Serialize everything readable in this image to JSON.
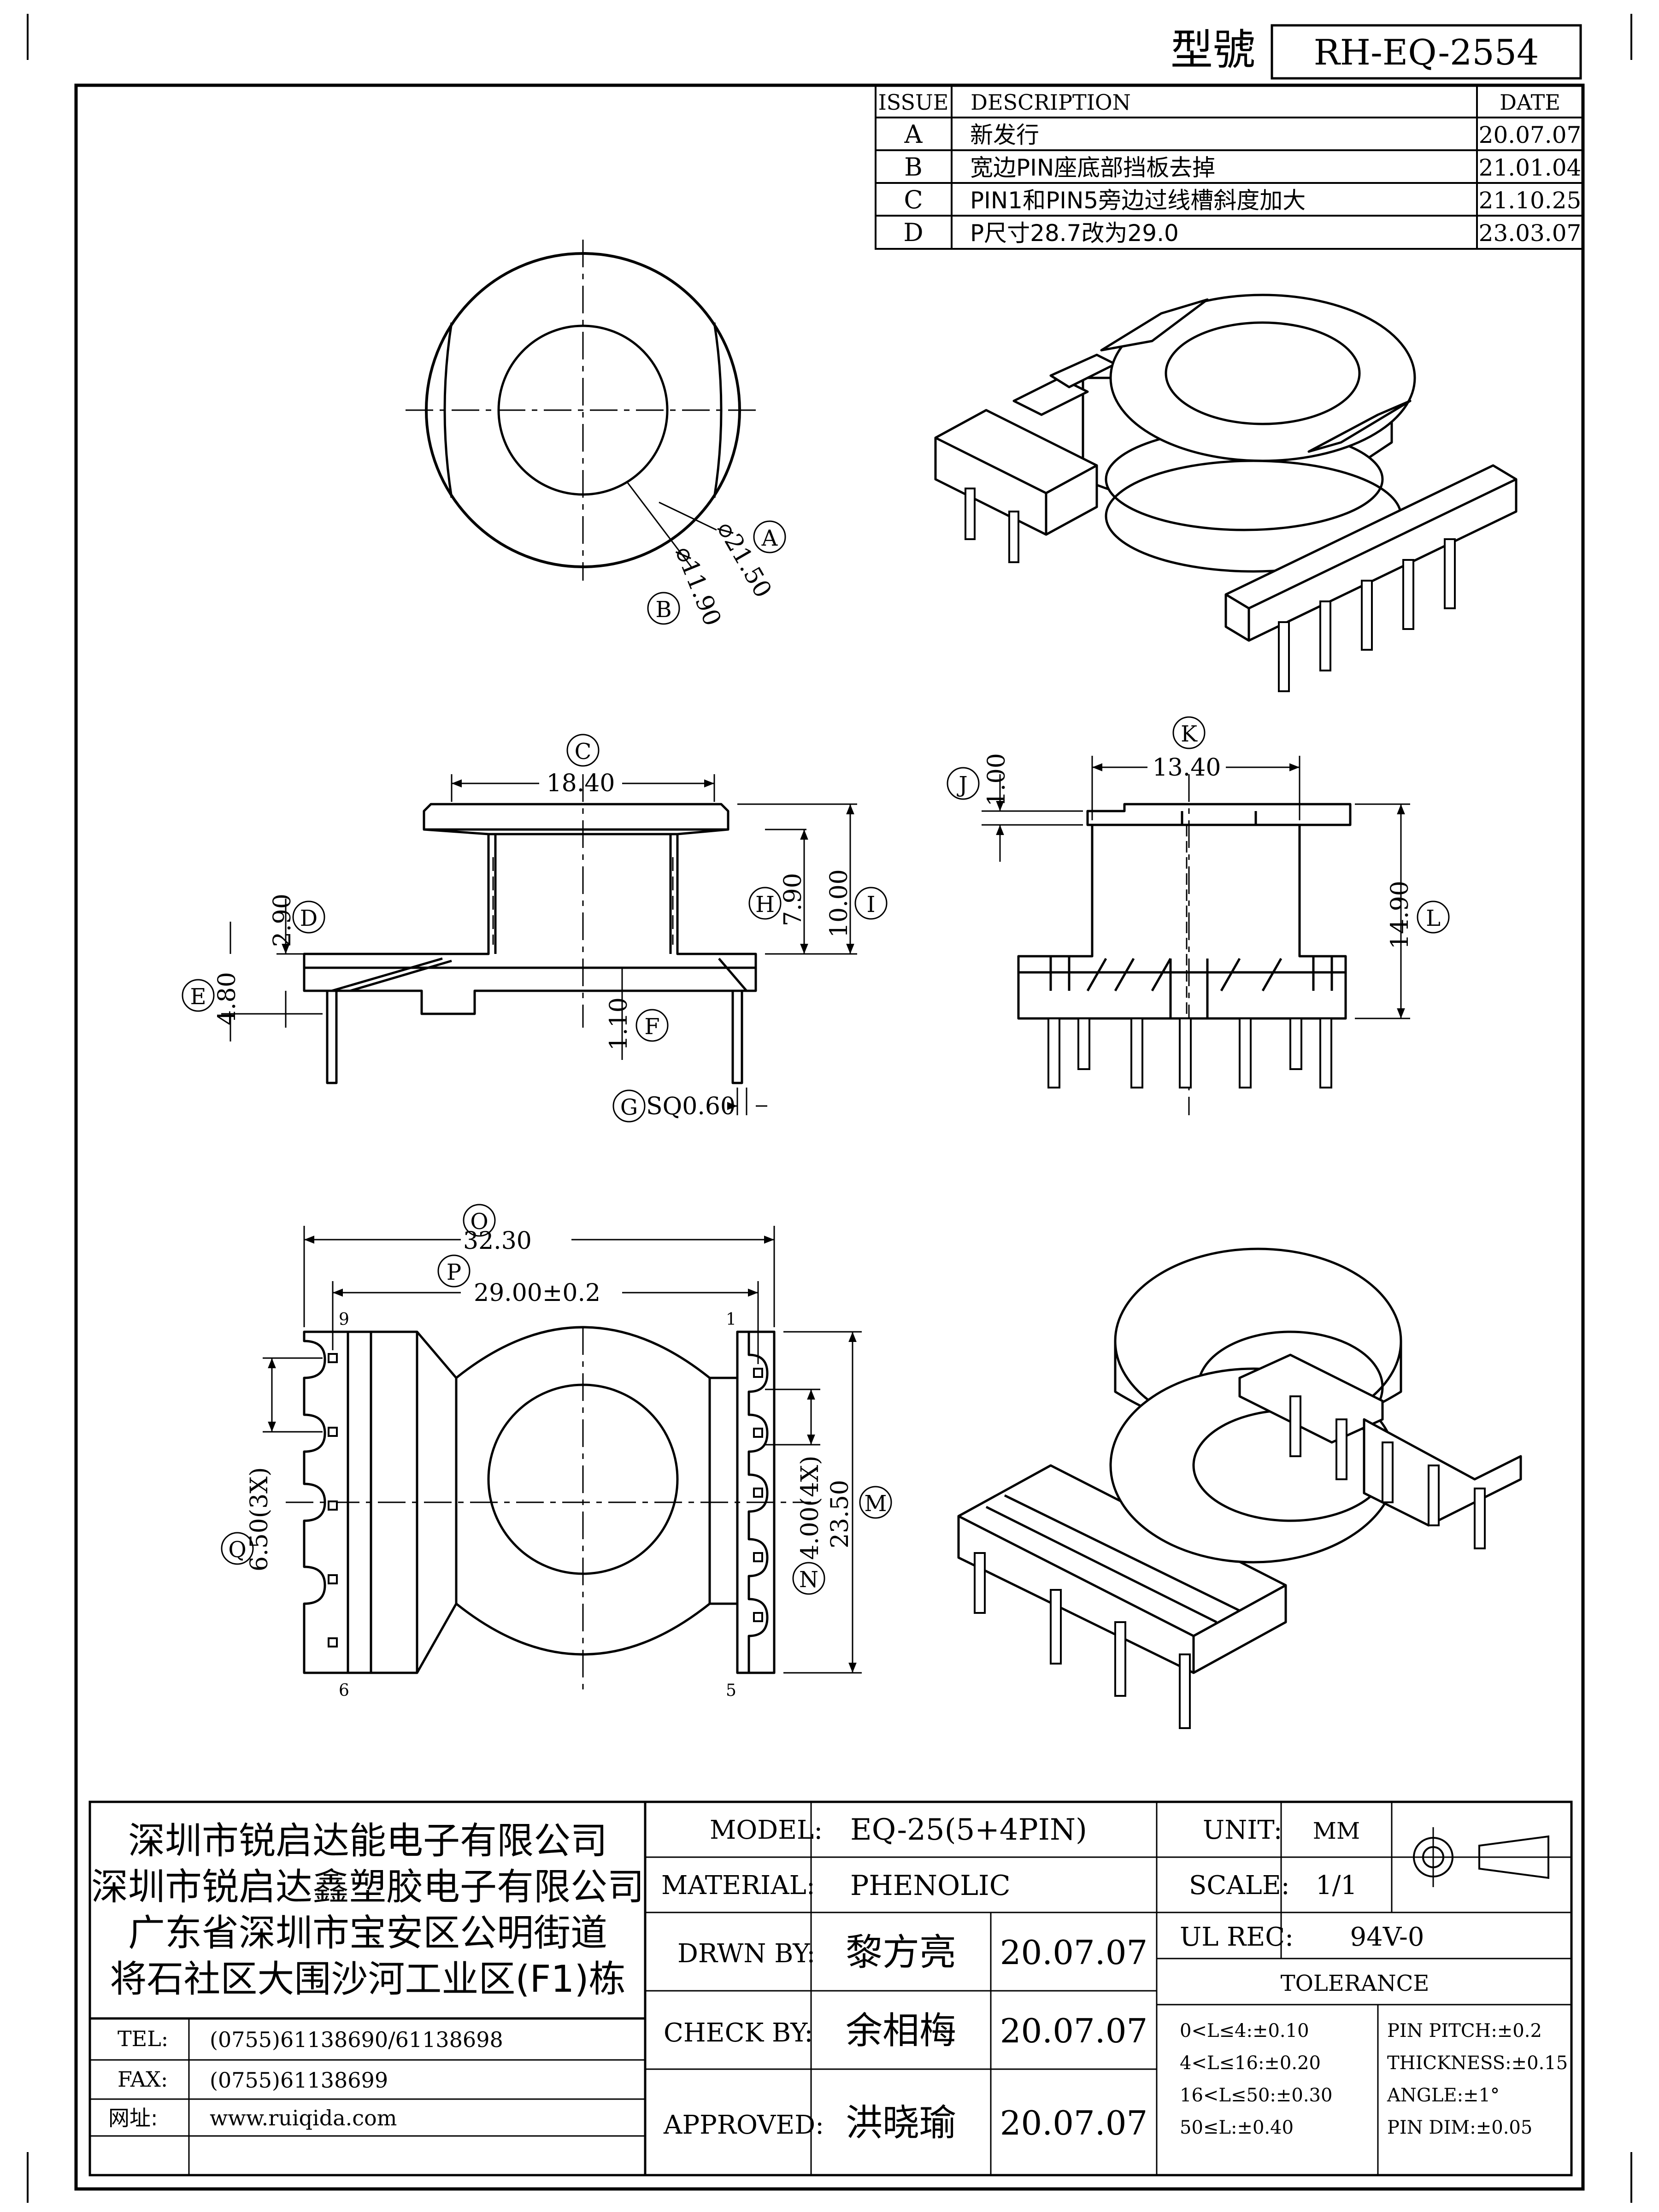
{
  "model_header": {
    "label": "型號",
    "value": "RH-EQ-2554"
  },
  "revision_table": {
    "headers": {
      "issue": "ISSUE",
      "description": "DESCRIPTION",
      "date": "DATE"
    },
    "rows": [
      {
        "issue": "A",
        "description": "新发行",
        "date": "20.07.07"
      },
      {
        "issue": "B",
        "description": "宽边PIN座底部挡板去掉",
        "date": "21.01.04"
      },
      {
        "issue": "C",
        "description": "PIN1和PIN5旁边过线槽斜度加大",
        "date": "21.10.25"
      },
      {
        "issue": "D",
        "description": "P尺寸28.7改为29.0",
        "date": "23.03.07"
      }
    ]
  },
  "dimensions": {
    "A": {
      "letter": "A",
      "value": "⌀21.50"
    },
    "B": {
      "letter": "B",
      "value": "⌀11.90"
    },
    "C": {
      "letter": "C",
      "value": "18.40"
    },
    "D": {
      "letter": "D",
      "value": "2.90"
    },
    "E": {
      "letter": "E",
      "value": "4.80"
    },
    "F": {
      "letter": "F",
      "value": "1.10"
    },
    "G": {
      "letter": "G",
      "value": "SQ0.60"
    },
    "H": {
      "letter": "H",
      "value": "7.90"
    },
    "I": {
      "letter": "I",
      "value": "10.00"
    },
    "J": {
      "letter": "J",
      "value": "1.00"
    },
    "K": {
      "letter": "K",
      "value": "13.40"
    },
    "L": {
      "letter": "L",
      "value": "14.90"
    },
    "M": {
      "letter": "M",
      "value": "23.50"
    },
    "N": {
      "letter": "N",
      "value": "4.00(4X)"
    },
    "O": {
      "letter": "O",
      "value": "32.30"
    },
    "P": {
      "letter": "P",
      "value": "29.00±0.2"
    },
    "Q": {
      "letter": "Q",
      "value": "6.50(3X)"
    }
  },
  "pin_labels": {
    "p9": "9",
    "p1": "1",
    "p6": "6",
    "p5": "5"
  },
  "title_block": {
    "company": [
      "深圳市锐启达能电子有限公司",
      "深圳市锐启达鑫塑胶电子有限公司",
      "广东省深圳市宝安区公明街道",
      "将石社区大围沙河工业区(F1)栋"
    ],
    "tel_label": "TEL:",
    "tel": "(0755)61138690/61138698",
    "fax_label": "FAX:",
    "fax": "(0755)61138699",
    "web_label": "网址:",
    "web": "www.ruiqida.com",
    "model_label": "MODEL:",
    "model": "EQ-25(5+4PIN)",
    "material_label": "MATERIAL:",
    "material": "PHENOLIC",
    "drawn_label": "DRWN BY:",
    "drawn_by": "黎方亮",
    "drawn_date": "20.07.07",
    "check_label": "CHECK BY:",
    "check_by": "余相梅",
    "check_date": "20.07.07",
    "approved_label": "APPROVED:",
    "approved_by": "洪晓瑜",
    "approved_date": "20.07.07",
    "unit_label": "UNIT:",
    "unit": "MM",
    "scale_label": "SCALE:",
    "scale": "1/1",
    "ul_label": "UL REC:",
    "ul": "94V-0",
    "tolerance_label": "TOLERANCE",
    "tolerances_left": [
      "0<L≤4:±0.10",
      "4<L≤16:±0.20",
      "16<L≤50:±0.30",
      "50≤L:±0.40"
    ],
    "tolerances_right": [
      "PIN PITCH:±0.2",
      "THICKNESS:±0.15",
      "ANGLE:±1°",
      "PIN DIM:±0.05"
    ]
  }
}
